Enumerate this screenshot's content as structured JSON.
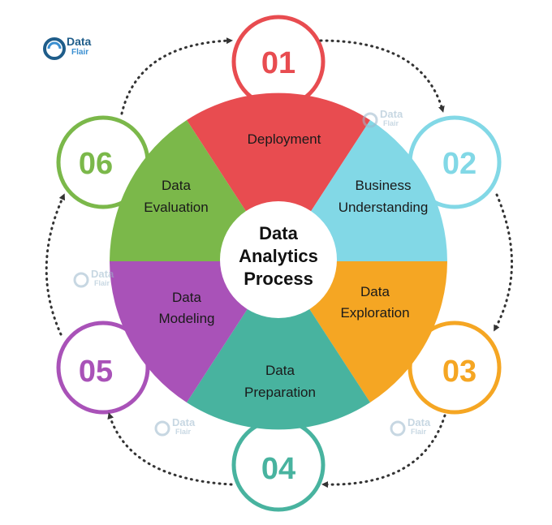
{
  "center": {
    "line1": "Data",
    "line2": "Analytics",
    "line3": "Process"
  },
  "logo": {
    "word1": "Data",
    "word2": "Flair"
  },
  "segments": [
    {
      "number": "01",
      "line1": "Deployment",
      "line2": "",
      "color": "#e84c50"
    },
    {
      "number": "02",
      "line1": "Business",
      "line2": "Understanding",
      "color": "#82d8e6"
    },
    {
      "number": "03",
      "line1": "Data",
      "line2": "Exploration",
      "color": "#f5a623"
    },
    {
      "number": "04",
      "line1": "Data",
      "line2": "Preparation",
      "color": "#48b39f"
    },
    {
      "number": "05",
      "line1": "Data",
      "line2": "Modeling",
      "color": "#a952b8"
    },
    {
      "number": "06",
      "line1": "Data",
      "line2": "Evaluation",
      "color": "#7bb84a"
    }
  ]
}
